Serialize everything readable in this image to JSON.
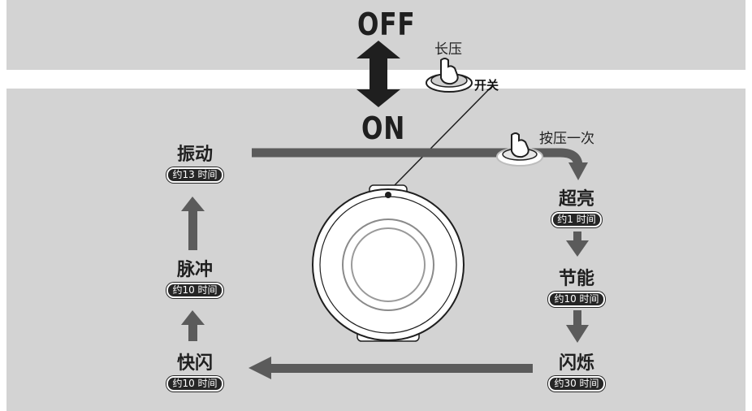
{
  "power": {
    "off_label": "OFF",
    "on_label": "ON",
    "long_press_label": "长压",
    "switch_label": "开关",
    "single_press_label": "按压一次"
  },
  "modes": [
    {
      "name": "超亮",
      "runtime": "约1 时间"
    },
    {
      "name": "节能",
      "runtime": "约10 时间"
    },
    {
      "name": "闪烁",
      "runtime": "约30 时间"
    },
    {
      "name": "快闪",
      "runtime": "约10 时间"
    },
    {
      "name": "脉冲",
      "runtime": "约10 时间"
    },
    {
      "name": "振动",
      "runtime": "约13 时间"
    }
  ],
  "colors": {
    "panel": "#d3d3d3",
    "arrow": "#5b5b5b",
    "ink": "#1f1f1f",
    "badge": "#262626"
  },
  "icons": [
    "up-down-arrow-icon",
    "finger-press-icon",
    "light-device-icon"
  ]
}
